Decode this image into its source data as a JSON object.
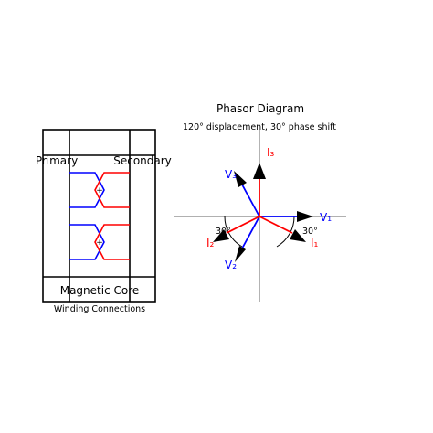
{
  "transformer": {
    "primary_label": "Primary",
    "secondary_label": "Secondary",
    "core_label": "Magnetic Core",
    "caption": "Winding Connections",
    "primary_color": "#0000ff",
    "secondary_color": "#ff0000",
    "frame_color": "#000000"
  },
  "phasor": {
    "title": "Phasor Diagram",
    "subtitle": "120° displacement, 30° phase shift",
    "voltage_color": "#0000ff",
    "current_color": "#ff0000",
    "axis_color": "#808080",
    "v1_label": "V₁",
    "v2_label": "V₂",
    "v3_label": "V₃",
    "i1_label": "I₁",
    "i2_label": "I₂",
    "i3_label": "I₃",
    "angle_right_label": "30°",
    "angle_left_label": "30°"
  }
}
